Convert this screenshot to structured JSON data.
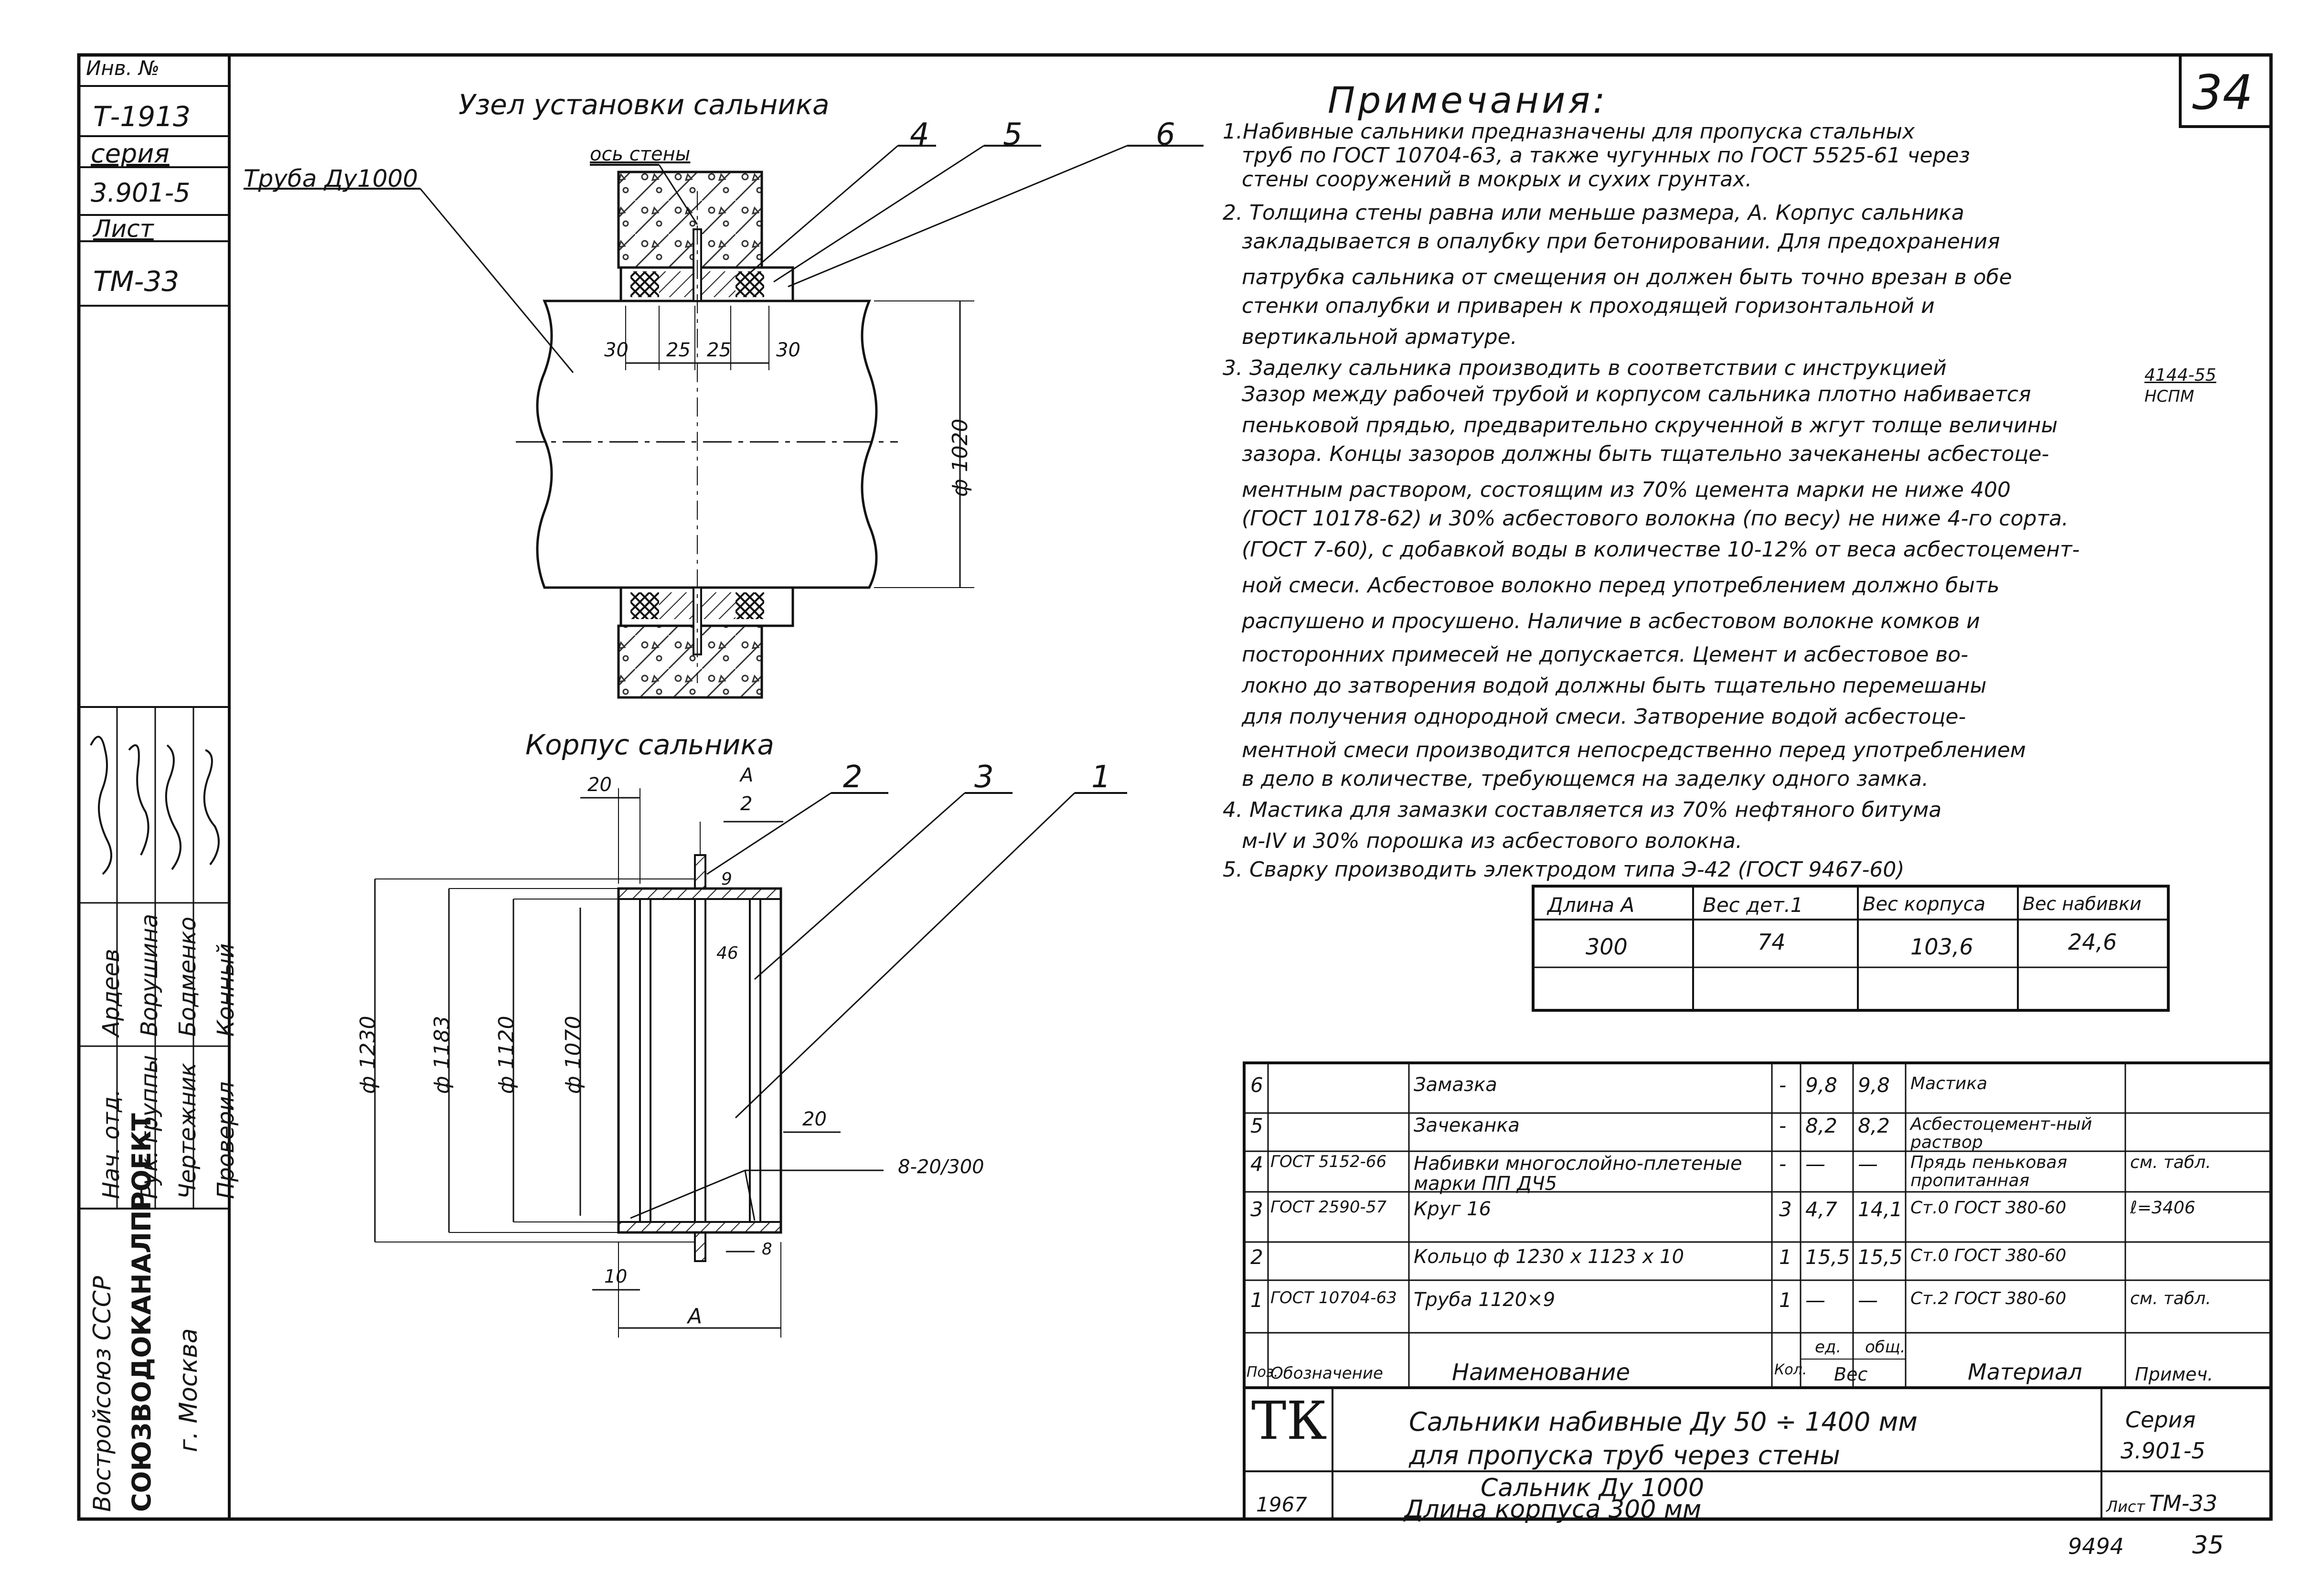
{
  "side_stamp": {
    "inv_label": "Инв. №",
    "inv_number": "Т-1913",
    "series_label": "серия",
    "series_value": "3.901-5",
    "sheet_label": "Лист",
    "sheet_value": "ТМ-33",
    "roles": [
      "Нач. отд.",
      "Рук. группы",
      "Чертежник",
      "Проверил"
    ],
    "names": [
      "Ардеев",
      "Ворушина",
      "Бодменко",
      "Конный"
    ],
    "org_line1": "Востройсоюз СССР",
    "org_line2": "СОЮЗВОДОКАНАЛПРОЕКТ",
    "org_line3": "г. Москва"
  },
  "sheet_number": "34",
  "top_drawing": {
    "title": "Узел установки сальника",
    "pipe_label": "Труба Ду1000",
    "wall_axis_label": "ось стены",
    "callouts": [
      "4",
      "5",
      "6"
    ],
    "dims": [
      "30",
      "25",
      "25",
      "30"
    ],
    "diameter": "ф 1020"
  },
  "body_drawing": {
    "title": "Корпус сальника",
    "callouts": [
      "2",
      "3",
      "1"
    ],
    "dim_20": "20",
    "dim_a2_top": "А",
    "dim_a2_bottom": "2",
    "d1230": "ф 1230",
    "d1183": "ф 1183",
    "d1120": "ф 1120",
    "d1070": "ф 1070",
    "weld_9": "9",
    "weld_46": "46",
    "dim_20b": "20",
    "weld_note": "8-20/300",
    "weld_8": "8",
    "dim_10": "10",
    "dim_a": "А"
  },
  "notes": {
    "title": "Примечания:",
    "lines": [
      "1.Набивные сальники предназначены для пропуска стальных",
      "труб по ГОСТ 10704-63, а также чугунных по ГОСТ 5525-61 через",
      "стены сооружений в мокрых и сухих грунтах.",
      "2. Толщина стены равна или меньше размера, А. Корпус сальника",
      "закладывается в опалубку при бетонировании. Для предохранения",
      "патрубка сальника от смещения он должен быть точно врезан в обе",
      "стенки опалубки и приварен к проходящей горизонтальной и",
      "вертикальной арматуре.",
      "3. Заделку сальника производить в соответствии с инструкцией",
      "Зазор между рабочей трубой и корпусом сальника плотно набивается",
      "пеньковой прядью, предварительно скрученной в жгут толще величины",
      "зазора. Концы зазоров должны быть тщательно зачеканены асбестоце-",
      "ментным раствором, состоящим из 70% цемента марки не ниже 400",
      "(ГОСТ 10178-62) и 30% асбестового волокна (по весу) не ниже 4-го сорта.",
      "(ГОСТ 7-60), с добавкой воды в количестве 10-12% от веса асбестоцемент-",
      "ной смеси. Асбестовое волокно перед употреблением должно быть",
      "распушено и просушено. Наличие в асбестовом волокне комков и",
      "посторонних примесей не допускается. Цемент и асбестовое во-",
      "локно до затворения водой должны быть тщательно перемешаны",
      "для получения однородной смеси. Затворение водой асбестоце-",
      "ментной смеси производится непосредственно перед употреблением",
      "в дело в количестве, требующемся на заделку одного замка.",
      "4. Мастика для замазки составляется из 70% нефтяного битума",
      "м-IV и 30% порошка из асбестового волокна.",
      "5. Сварку производить электродом типа Э-42 (ГОСТ 9467-60)"
    ],
    "instruction_ref_top": "4144-55",
    "instruction_ref_bottom": "НСПМ"
  },
  "weights_table": {
    "headers": [
      "Длина А",
      "Вес дет.1",
      "Вес корпуса",
      "Вес набивки"
    ],
    "row": [
      "300",
      "74",
      "103,6",
      "24,6"
    ]
  },
  "spec_table": {
    "rows": [
      {
        "pos": "6",
        "designation": "",
        "name": "Замазка",
        "qty": "-",
        "unit": "9,8",
        "total": "9,8",
        "material": "Мастика",
        "note": ""
      },
      {
        "pos": "5",
        "designation": "",
        "name": "Зачеканка",
        "qty": "-",
        "unit": "8,2",
        "total": "8,2",
        "material": "Асбестоцемент-ный раствор",
        "note": ""
      },
      {
        "pos": "4",
        "designation": "ГОСТ 5152-66",
        "name": "Набивки многослойно-плетеные марки ПП ДЧ5",
        "qty": "-",
        "unit": "—",
        "total": "—",
        "material": "Прядь пеньковая пропитанная",
        "note": "см. табл."
      },
      {
        "pos": "3",
        "designation": "ГОСТ 2590-57",
        "name": "Круг 16",
        "qty": "3",
        "unit": "4,7",
        "total": "14,1",
        "material": "Ст.0 ГОСТ 380-60",
        "note": "ℓ=3406"
      },
      {
        "pos": "2",
        "designation": "",
        "name": "Кольцо ф 1230 х 1123 х 10",
        "qty": "1",
        "unit": "15,5",
        "total": "15,5",
        "material": "Ст.0 ГОСТ 380-60",
        "note": ""
      },
      {
        "pos": "1",
        "designation": "ГОСТ 10704-63",
        "name": "Труба 1120×9",
        "qty": "1",
        "unit": "—",
        "total": "—",
        "material": "Ст.2 ГОСТ 380-60",
        "note": "см. табл."
      }
    ],
    "header": {
      "pos": "Поз.",
      "designation": "Обозначение",
      "name": "Наименование",
      "qty": "Кол.",
      "unit": "ед.",
      "total": "общ.",
      "weight": "Вес",
      "material": "Материал",
      "note": "Примеч."
    }
  },
  "title_block": {
    "logo": "ТК",
    "title_line1": "Сальники набивные Ду 50 ÷ 1400 мм",
    "title_line2": "для пропуска труб через стены",
    "series_label": "Серия",
    "series_value": "3.901-5",
    "year": "1967",
    "subtitle_line1": "Сальник Ду 1000",
    "subtitle_line2": "Длина корпуса 300 мм",
    "sheet_label": "Лист",
    "sheet_value": "ТМ-33"
  },
  "footer": {
    "code": "9494",
    "page": "35"
  }
}
